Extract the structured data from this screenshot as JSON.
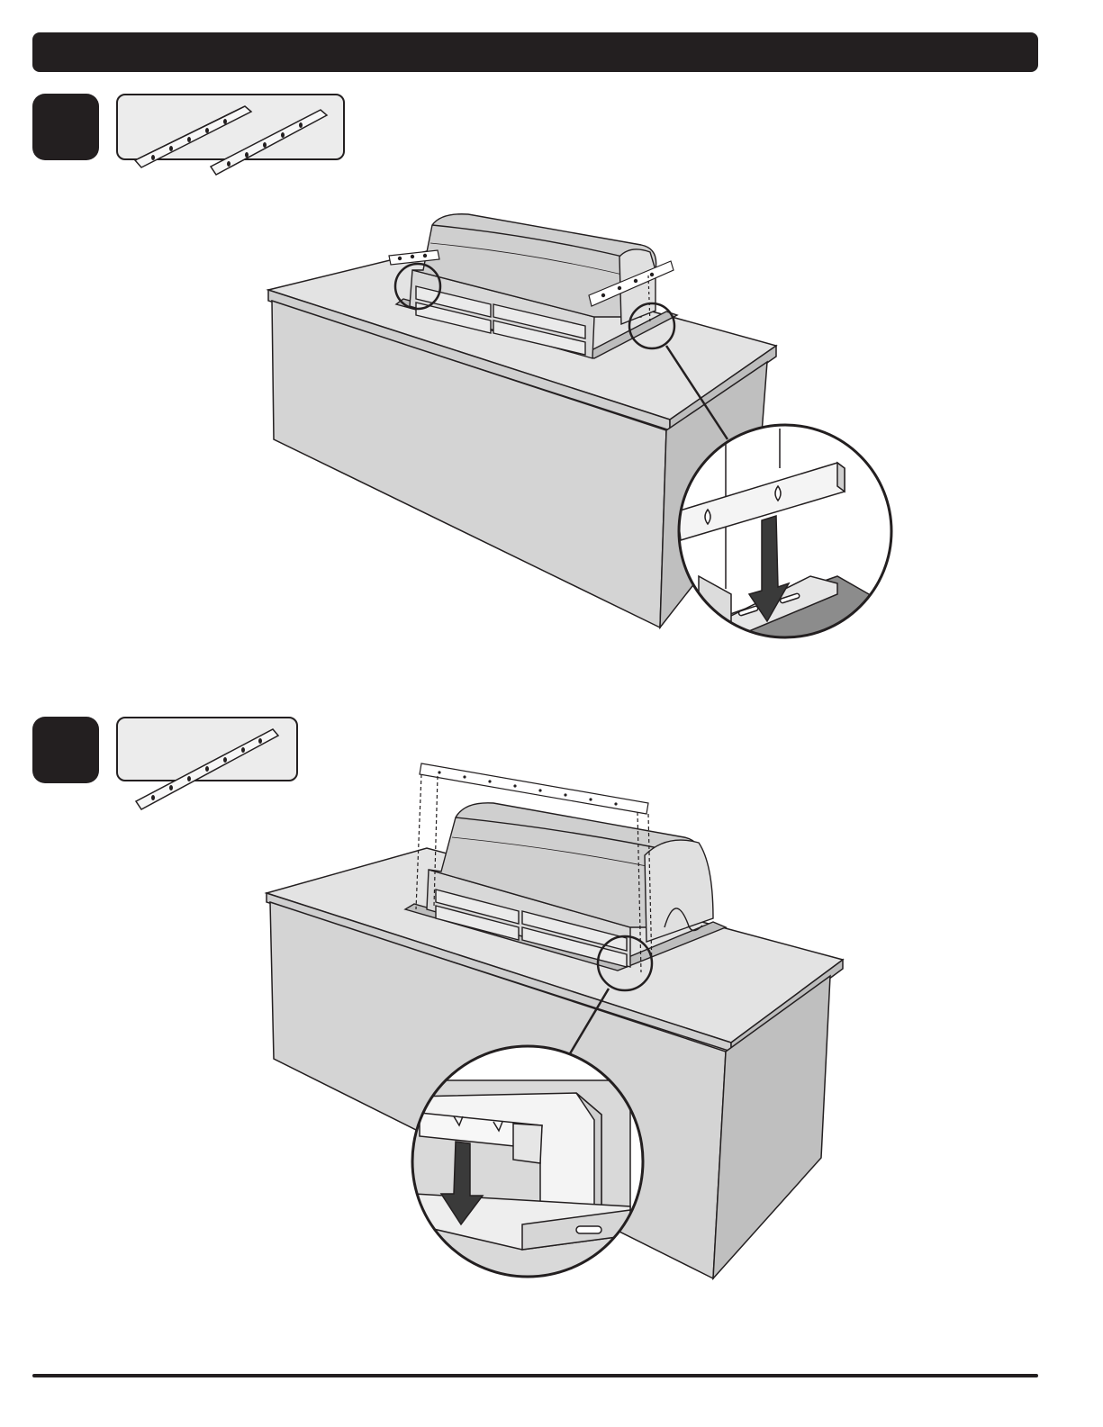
{
  "page": {
    "header_bar": {
      "text": ""
    },
    "footer_rule": {
      "text": ""
    }
  },
  "steps": [
    {
      "number": "",
      "parts": [
        {
          "icon": "bracket-icon",
          "quantity_label": ""
        },
        {
          "icon": "bracket-icon",
          "quantity_label": ""
        }
      ],
      "illustration": "grill-on-island-side-brackets",
      "detail": "side-bracket-lowered-onto-flange"
    },
    {
      "number": "",
      "parts": [
        {
          "icon": "long-bracket-icon",
          "quantity_label": ""
        }
      ],
      "illustration": "grill-on-island-rear-bracket",
      "detail": "rear-bracket-lowered-onto-flange"
    }
  ],
  "colors": {
    "ink": "#231f20",
    "panel_gray": "#d6d6d6",
    "panel_light": "#e6e6e6",
    "grill_gray": "#c9c9c9",
    "shadow": "#8c8c8c"
  }
}
